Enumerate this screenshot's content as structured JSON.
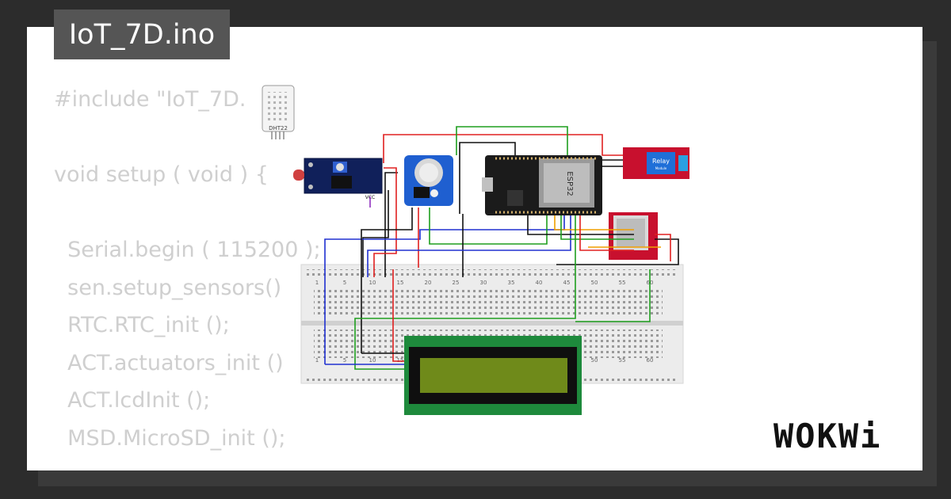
{
  "title": "IoT_7D.ino",
  "code_lines": [
    "#include \"IoT_7D.",
    "",
    "void setup ( void ) {",
    "",
    "  Serial.begin ( 115200 );",
    "  sen.setup_sensors()",
    "  RTC.RTC_init ();",
    "  ACT.actuators_init ()",
    "  ACT.lcdInit ();",
    "  MSD.MicroSD_init ();"
  ],
  "components": {
    "dht_label": "DHT22",
    "esp_label": "ESP32",
    "relay_label": "Relay",
    "relay_sub": "Module",
    "ldr_vcc": "VCC"
  },
  "breadboard_numbers": [
    "1",
    "5",
    "10",
    "15",
    "20",
    "25",
    "30",
    "35",
    "40",
    "45",
    "50",
    "55",
    "60"
  ],
  "brand": "WOKWi",
  "colors": {
    "background": "#2c2c2c",
    "tab": "#555555",
    "wire_red": "#e02020",
    "wire_green": "#1e9e1e",
    "wire_blue": "#2030d0",
    "wire_black": "#111111",
    "wire_orange": "#f0a000",
    "wire_purple": "#9030c0"
  }
}
